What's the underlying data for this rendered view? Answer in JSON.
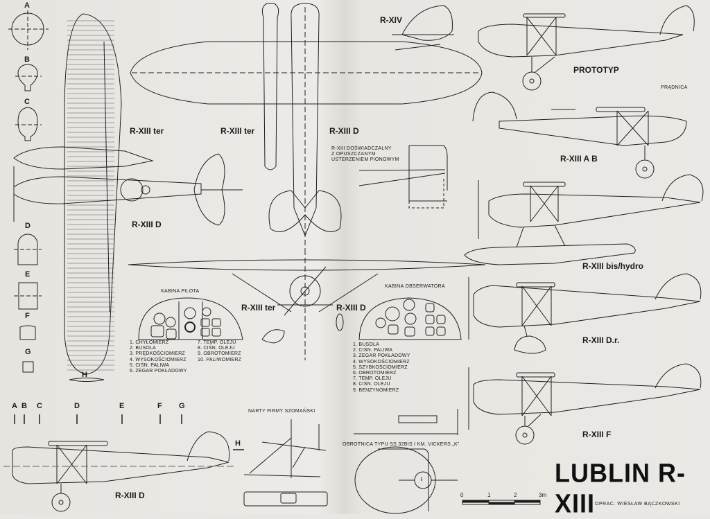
{
  "title": "LUBLIN R-XIII",
  "author": "OPRAC. WIESŁAW BĄCZKOWSKI",
  "section_markers": [
    "A",
    "B",
    "C",
    "D",
    "E",
    "F",
    "G",
    "H"
  ],
  "views": {
    "wing_plan_top_left": "R-XIII ter",
    "wing_plan_top_mid": "R-XIII ter",
    "fuselage_plan": "R-XIII D",
    "tail_plan_small": "R-XIII D",
    "front_view_left": "R-XIII ter",
    "front_view_right": "R-XIII D",
    "bottom_side_view": "R-XIII D",
    "r14": "R-XIV",
    "prototype": "PROTOTYP",
    "ab": "R-XIII A B",
    "ab_note": "PRĄDNICA",
    "hydro": "R-XIII bis/hydro",
    "dr": "R-XIII D.r.",
    "f": "R-XIII F"
  },
  "experimental_note": [
    "R-XIII DOŚWIADCZALNY",
    "Z OPUSZCZANYM",
    "USTERZENIEM PIONOWYM"
  ],
  "skis_title": "NARTY FIRMY SZOMAŃSKI",
  "gun_ring_title": "OBROTNICA TYPU SS 32BIS I KM. VICKERS „K”",
  "gun_ring_marker": "I",
  "pilot_cabin": {
    "title": "KABINA PILOTA",
    "gauges": [
      "1",
      "2",
      "3",
      "4",
      "5",
      "6",
      "7",
      "8",
      "9",
      "10"
    ],
    "legend_left": [
      "1. CHYŁOMIERZ",
      "2. BUSOLA",
      "3. PRĘDKOŚCIOMIERZ",
      "4. WYSOKOŚCIOMIERZ",
      "5. CIŚN. PALIWA",
      "6. ZEGAR POKŁADOWY"
    ],
    "legend_right": [
      "7. TEMP. OLEJU",
      "8. CIŚN. OLEJU",
      "9. OBROTOMIERZ",
      "10. PALIWOMIERZ"
    ]
  },
  "observer_cabin": {
    "title": "KABINA OBSERWATORA",
    "gauges": [
      "1",
      "2",
      "3",
      "4",
      "5",
      "6",
      "7",
      "8",
      "9"
    ],
    "legend": [
      "1. BUSOLA",
      "2. CIŚN. PALIWA",
      "3. ZEGAR POKŁADOWY",
      "4. WYSOKOŚCIOMIERZ",
      "5. SZYBKOŚCIOMIERZ",
      "6. OBROTOMIERZ",
      "7. TEMP. OLEJU",
      "8. CIŚN. OLEJU",
      "9. BENZYNOMIERZ"
    ]
  },
  "scale_bar": {
    "ticks": [
      "0",
      "1",
      "2",
      "3m"
    ]
  },
  "colors": {
    "paper": "#e9e7e3",
    "ink": "#1a1a1a"
  }
}
